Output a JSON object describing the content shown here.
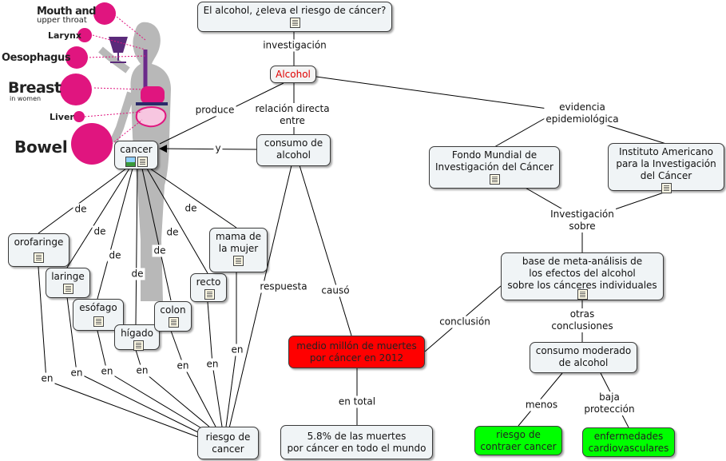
{
  "infographic": {
    "mouth": "Mouth and",
    "throat": "upper throat",
    "larynx": "Larynx",
    "oesophagus": "Oesophagus",
    "breast": "Breast",
    "in_women": "in women",
    "liver": "Liver",
    "bowel": "Bowel"
  },
  "nodes": {
    "question": "El alcohol, ¿eleva el riesgo de cáncer?",
    "alcohol": "Alcohol",
    "consumo": "consumo de\nalcohol",
    "cancer": "cancer",
    "fondo": "Fondo Mundial de\nInvestigación del Cáncer",
    "instituto": "Instituto Americano\npara la Investigación\ndel Cáncer",
    "base": "base de meta-análisis de\nlos efectos del alcohol\nsobre los cánceres individuales",
    "orofaringe": "orofaringe",
    "laringe": "laringe",
    "esofago": "esófago",
    "higado": "hígado",
    "colon": "colon",
    "recto": "recto",
    "mama": "mama de\nla mujer",
    "muertes": "medio millón de muertes\npor cáncer en 2012",
    "riesgo": "riesgo de\ncancer",
    "porcentaje": "5.8% de las muertes\npor cáncer en todo el mundo",
    "moderado": "consumo moderado\nde alcohol",
    "contraer": "riesgo de\ncontraer cancer",
    "cardio": "enfermedades\ncardiovasculares"
  },
  "links": {
    "investigacion": "investigación",
    "produce": "produce",
    "relacion": "relación directa\nentre",
    "evidencia": "evidencia\nepidemiológica",
    "y": "y",
    "investigacion_sobre": "Investigación\nsobre",
    "de1": "de",
    "de2": "de",
    "de3": "de",
    "de4": "de",
    "de5": "de",
    "de6": "de",
    "de7": "de",
    "respuesta": "respuesta",
    "causo": "causó",
    "conclusion": "conclusión",
    "otras": "otras\nconclusiones",
    "en_total": "en total",
    "menos": "menos",
    "baja": "baja\nprotección",
    "en1": "en",
    "en2": "en",
    "en3": "en",
    "en4": "en",
    "en5": "en",
    "en6": "en",
    "en7": "en"
  },
  "colors": {
    "magenta": "#e0157f",
    "silhouette": "#b8b8b8",
    "node_bg": "#f0f4f6",
    "red_node": "#ff0000",
    "green_node": "#00ff00",
    "alcohol_text": "#e00000"
  },
  "icons": [
    "doc-icon",
    "image-icon"
  ]
}
